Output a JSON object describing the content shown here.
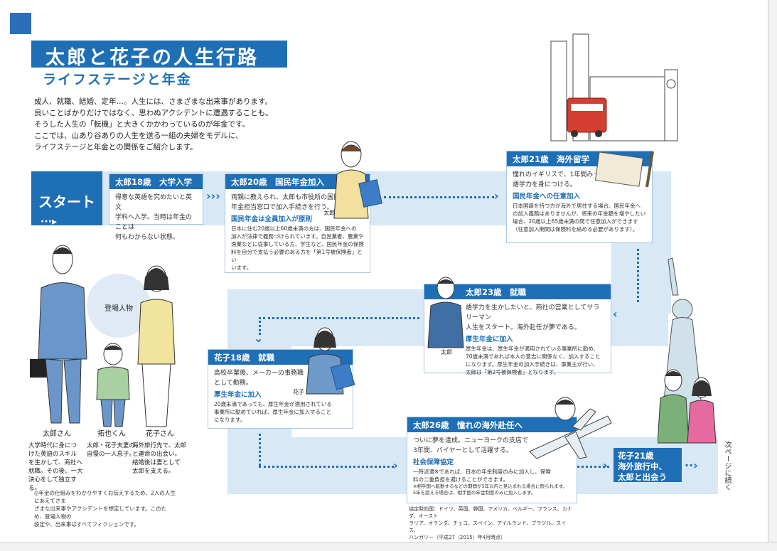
{
  "title": "太郎と花子の人生行路",
  "subtitle": "ライフステージと年金",
  "intro": [
    "成人、就職、結婚、定年…。人生には、さまざまな出来事があります。",
    "良いことばかりだけではなく、思わぬアクシデントに遭遇することも。",
    "そうした人生の「転機」と大きくかかわっているのが年金です。",
    "ここでは、山あり谷ありの人生を送る一組の夫婦をモデルに、",
    "ライフステージと年金との関係をご紹介します。"
  ],
  "start_label": "スタート",
  "characters_label": "登場人物",
  "cards": {
    "c1": {
      "head": "太郎18歳　大学入学",
      "body": [
        "得意な英語を究めたいと英文",
        "学科へ入学。当時は年金のことは",
        "何もわからない状態。"
      ]
    },
    "c2": {
      "head": "太郎20歳　国民年金加入",
      "body": [
        "両親に教えられ、太郎も市役所の国民",
        "年金担当窓口で加入手続きを行う。"
      ],
      "sub": "国民年金は全員加入が原則",
      "body2": [
        "日本に住む20歳以上60歳未満の方は、国民年金への",
        "加入が法律で義務づけられています。自営業者、農業や",
        "漁業などに従事している方、学生など、国民年金の保険",
        "料を自分で支払う必要のある方を「第1号被保険者」とい",
        "います。"
      ],
      "tag": "太郎"
    },
    "c3": {
      "head": "太郎21歳　海外留学",
      "body": [
        "憧れのイギリスで、1年間みっちり",
        "語学力を身につける。"
      ],
      "sub": "国民年金への任意加入",
      "body2": [
        "日本国籍を持つ方が海外で居住する場合、国民年金へ",
        "の加入義務はありませんが、将来の年金額を増やしたい",
        "場合、20歳以上65歳未満の間で任意加入ができます",
        "（任意加入期間は保険料を納める必要があります）。"
      ]
    },
    "c4": {
      "head": "太郎23歳　就職",
      "body": [
        "語学力を生かしたいと、商社の営業としてサラリーマン",
        "人生をスタート。海外赴任が夢である。"
      ],
      "sub": "厚生年金に加入",
      "body2": [
        "厚生年金は、厚生年金が適用されている事業所に勤め、",
        "70歳未満であれば本人の意志に関係なく、加入すること",
        "になります。厚生年金の加入手続きは、事業主が行い、",
        "太郎は「第2号被保険者」となります。"
      ],
      "tag": "太郎"
    },
    "c5": {
      "head": "花子18歳　就職",
      "body": [
        "高校卒業後、メーカーの事務職",
        "として勤務。"
      ],
      "sub": "厚生年金に加入",
      "body2": [
        "20歳未満であっても、厚生年金が適用されている",
        "事業所に勤めていれば、厚生年金に加入すること",
        "になります。"
      ],
      "tag": "花子"
    },
    "c6": {
      "head": "太郎26歳　憧れの海外赴任へ",
      "body": [
        "ついに夢を達成。ニューヨークの支店で",
        "3年間、バイヤーとして活躍する。"
      ],
      "sub": "社会保障協定",
      "body2": [
        "一時派遣※であれば、日本の年金制度のみに加入し、保険",
        "料の二重負担を避けることができます。"
      ],
      "small": [
        "※相手国へ転勤するなどの期間が5年以内と見込まれる場合に限られます。",
        "5年を超える場合は、相手国の年金制度のみに加入します。"
      ]
    }
  },
  "countries": [
    "協定発効国：ドイツ、英国、韓国、アメリカ、ベルギー、フランス、カナダ、オースト",
    "ラリア、オランダ、チェコ、スペイン、アイルランド、ブラジル、スイス、",
    "ハンガリー（平成27（2015）年4月時点）"
  ],
  "goal": [
    "花子21歳",
    "海外旅行中、",
    "太郎と出会う"
  ],
  "next_page": "次ページに続く",
  "characters": {
    "taro": {
      "name": "太郎さん",
      "desc": [
        "大学時代に身につ",
        "けた英語のスキル",
        "を生かして、商社へ",
        "就職。その後、一大",
        "決心をして独立する。"
      ]
    },
    "takuya": {
      "name": "拓也くん",
      "desc": [
        "太郎・花子夫妻の",
        "自慢の一人息子。"
      ]
    },
    "hanako": {
      "name": "花子さん",
      "desc": [
        "海外旅行先で、太郎",
        "と運命の出会い。",
        "結婚後は妻として",
        "太郎を支える。"
      ]
    }
  },
  "footnote": [
    "◎年金の仕組みをわかりやすくお伝えするため、2人の人生にあえてさま",
    "ざまな出来事やアクシデントを想定しています。このため、登場人物の",
    "設定や、出来事はすべてフィクションです。"
  ],
  "colors": {
    "accent": "#1f6fb6",
    "band": "#d8e8f4"
  }
}
